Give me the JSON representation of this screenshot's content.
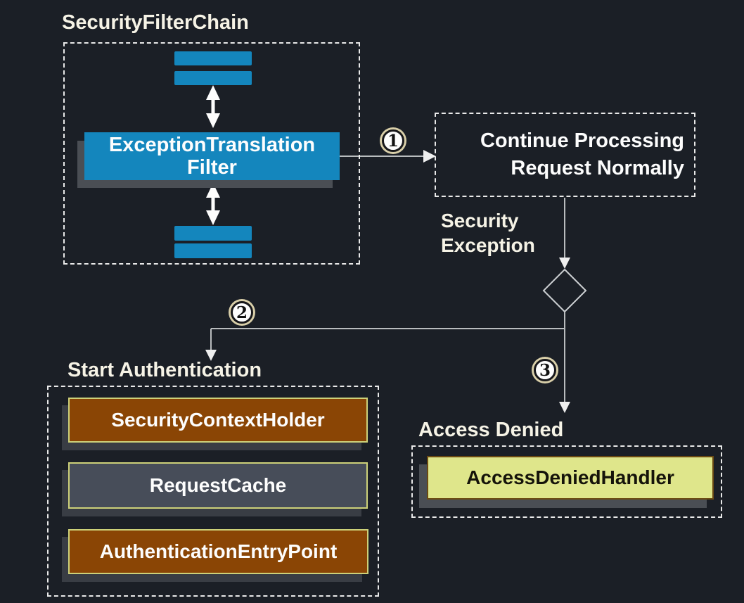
{
  "diagram": {
    "title": "SecurityFilterChain",
    "filter_chain": {
      "filter_line1": "ExceptionTranslation",
      "filter_line2": "Filter"
    },
    "steps": {
      "one": "1",
      "two": "2",
      "three": "3"
    },
    "continue_processing": {
      "line1": "Continue Processing",
      "line2": "Request Normally"
    },
    "security_exception": {
      "line1": "Security",
      "line2": "Exception"
    },
    "start_authentication": {
      "title": "Start Authentication",
      "items": [
        "SecurityContextHolder",
        "RequestCache",
        "AuthenticationEntryPoint"
      ]
    },
    "access_denied": {
      "title": "Access Denied",
      "handler": "AccessDeniedHandler"
    },
    "colors": {
      "background": "#1b1f26",
      "accent_blue": "#1486bd",
      "brown": "#8a4505",
      "slate": "#474d59",
      "yellow_green": "#dfe68b",
      "pale_border": "#cdd179",
      "dark_border": "#6b4a12",
      "connector_line": "#b9bcbe"
    }
  }
}
